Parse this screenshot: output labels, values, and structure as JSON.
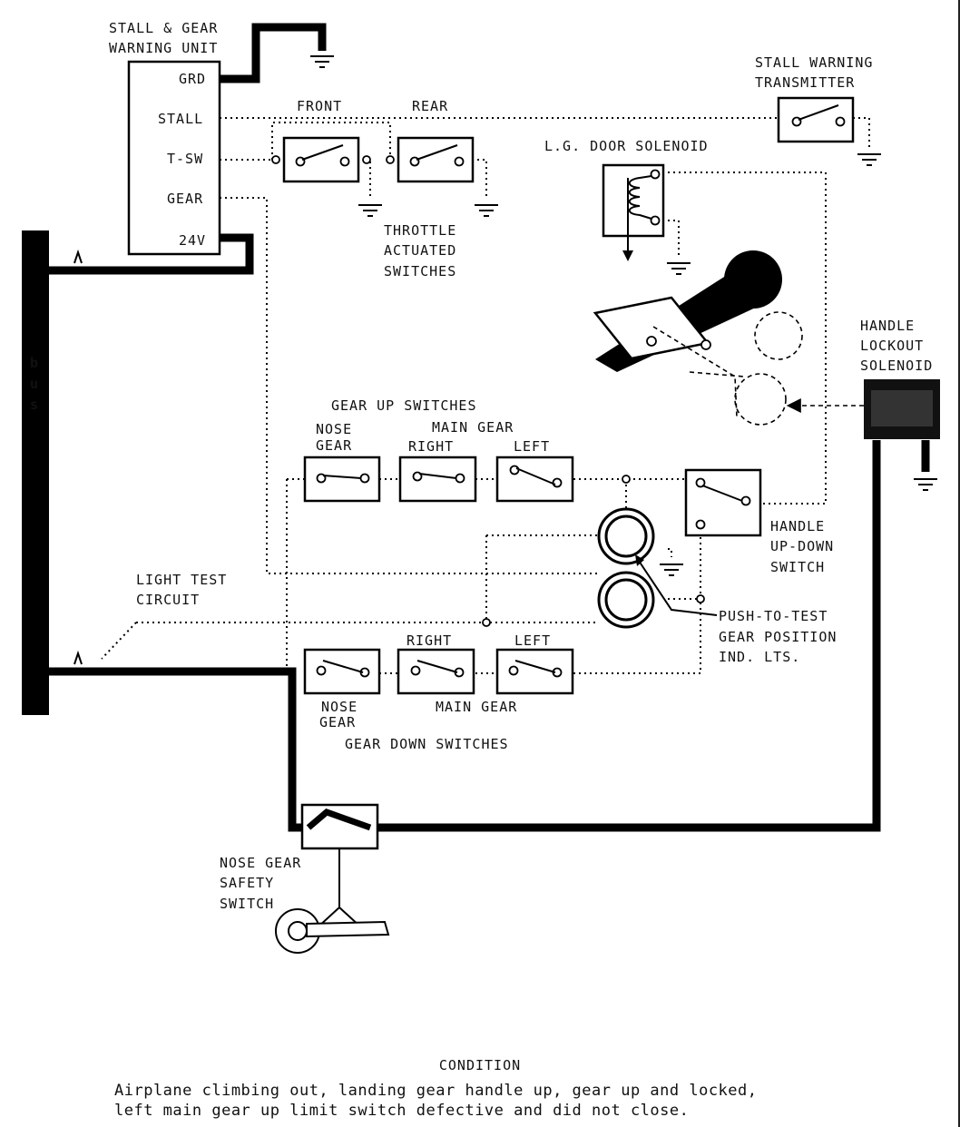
{
  "labels": {
    "stall_gear_unit_1": "STALL & GEAR",
    "stall_gear_unit_2": "WARNING UNIT",
    "grd": "GRD",
    "stall": "STALL",
    "tsw": "T-SW",
    "gear": "GEAR",
    "v24": "24V",
    "front": "FRONT",
    "rear": "REAR",
    "throttle_1": "THROTTLE",
    "throttle_2": "ACTUATED",
    "throttle_3": "SWITCHES",
    "stall_xmtr_1": "STALL WARNING",
    "stall_xmtr_2": "TRANSMITTER",
    "lg_door": "L.G. DOOR SOLENOID",
    "handle_lockout_1": "HANDLE",
    "handle_lockout_2": "LOCKOUT",
    "handle_lockout_3": "SOLENOID",
    "bus_b": "b",
    "bus_u": "u",
    "bus_s": "s",
    "gear_up_switches": "GEAR UP SWITCHES",
    "nose_gear_up_1": "NOSE",
    "nose_gear_up_2": "GEAR",
    "main_gear_up": "MAIN GEAR",
    "right_up": "RIGHT",
    "left_up": "LEFT",
    "handle_updown_1": "HANDLE",
    "handle_updown_2": "UP-DOWN",
    "handle_updown_3": "SWITCH",
    "light_test_1": "LIGHT TEST",
    "light_test_2": "CIRCUIT",
    "push_to_test_1": "PUSH-TO-TEST",
    "push_to_test_2": "GEAR POSITION",
    "push_to_test_3": "IND. LTS.",
    "right_down": "RIGHT",
    "left_down": "LEFT",
    "nose_gear_down_1": "NOSE",
    "nose_gear_down_2": "GEAR",
    "main_gear_down": "MAIN GEAR",
    "gear_down_switches": "GEAR DOWN SWITCHES",
    "nose_safety_1": "NOSE GEAR",
    "nose_safety_2": "SAFETY",
    "nose_safety_3": "SWITCH"
  },
  "condition": {
    "title": "CONDITION",
    "line1": "Airplane climbing out, landing gear handle up, gear up and locked,",
    "line2": "left main gear up limit switch defective and did not close."
  }
}
